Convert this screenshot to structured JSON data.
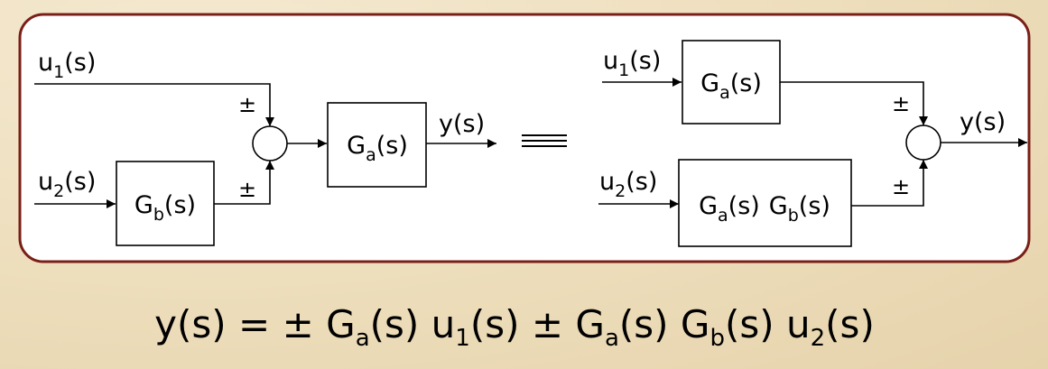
{
  "left_diagram": {
    "input1": {
      "base": "u",
      "sub": "1",
      "tail": "(s)"
    },
    "input2": {
      "base": "u",
      "sub": "2",
      "tail": "(s)"
    },
    "block_gb": {
      "base": "G",
      "sub": "b",
      "tail": "(s)"
    },
    "block_ga": {
      "base": "G",
      "sub": "a",
      "tail": "(s)"
    },
    "sign_top": "±",
    "sign_bottom": "±",
    "output": "y(s)"
  },
  "equivalence_symbol": "≡",
  "right_diagram": {
    "input1": {
      "base": "u",
      "sub": "1",
      "tail": "(s)"
    },
    "input2": {
      "base": "u",
      "sub": "2",
      "tail": "(s)"
    },
    "block_ga": {
      "base": "G",
      "sub": "a",
      "tail": "(s)"
    },
    "block_gagb": {
      "part1": {
        "base": "G",
        "sub": "a",
        "tail": "(s)"
      },
      "part2": {
        "base": "G",
        "sub": "b",
        "tail": "(s)"
      }
    },
    "sign_top": "±",
    "sign_bottom": "±",
    "output": "y(s)"
  },
  "equation": {
    "lhs": "y(s)",
    "eq": "=",
    "pm1": "±",
    "t1": {
      "base": "G",
      "sub": "a",
      "tail": "(s)"
    },
    "t2": {
      "base": "u",
      "sub": "1",
      "tail": "(s)"
    },
    "pm2": "±",
    "t3": {
      "base": "G",
      "sub": "a",
      "tail": "(s)"
    },
    "t4": {
      "base": "G",
      "sub": "b",
      "tail": "(s)"
    },
    "t5": {
      "base": "u",
      "sub": "2",
      "tail": "(s)"
    }
  },
  "colors": {
    "background": "#efe2c4",
    "panel_border": "#7a1f18",
    "panel_fill": "#ffffff",
    "line": "#000000"
  }
}
